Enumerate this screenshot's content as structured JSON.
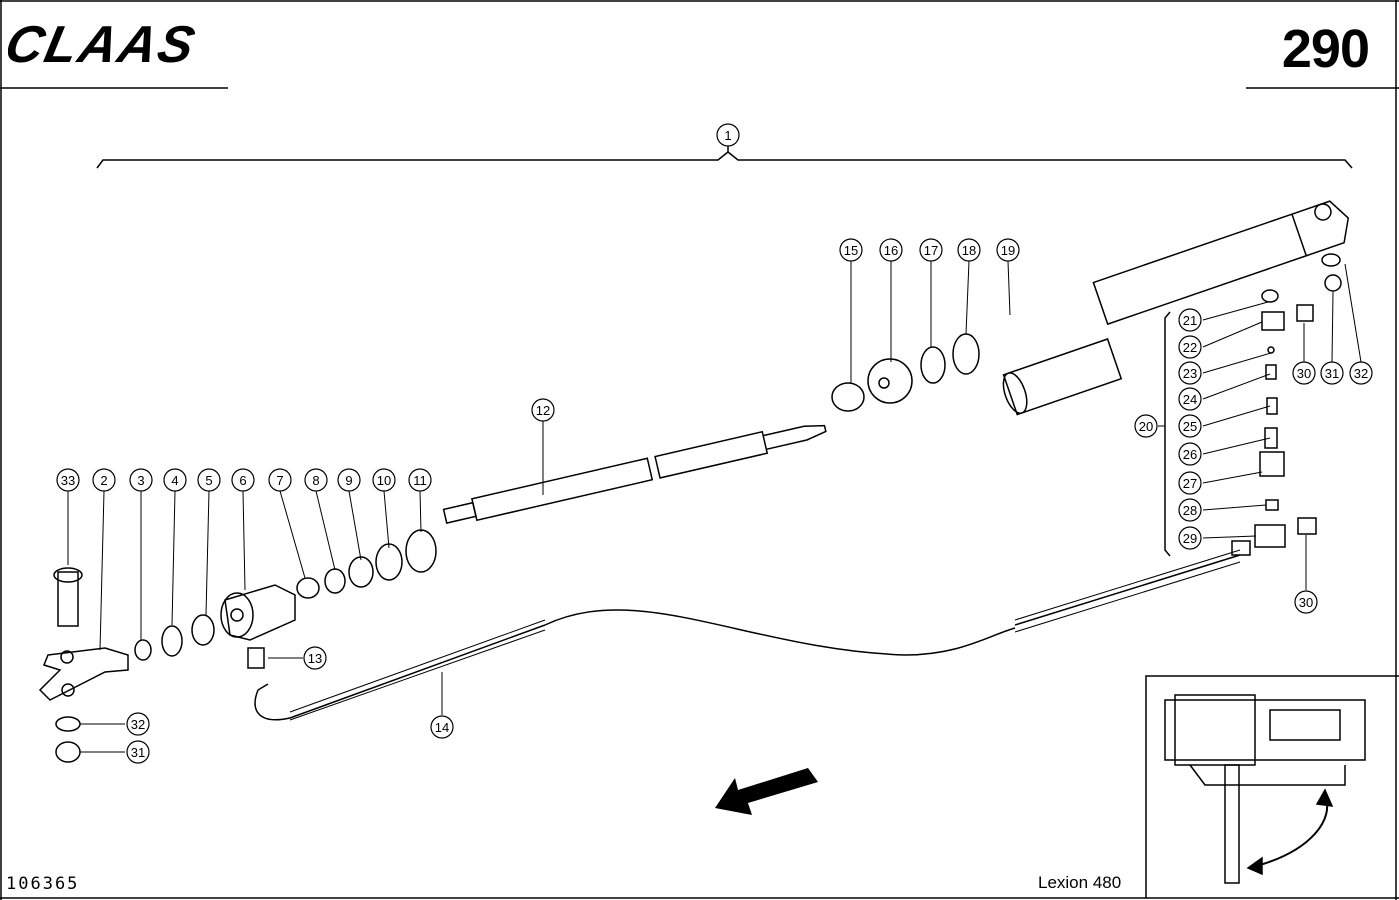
{
  "header": {
    "brand": "CLAAS",
    "page_number": "290"
  },
  "footer": {
    "drawing_number": "106365",
    "model": "Lexion 480"
  },
  "callouts": [
    "1",
    "2",
    "3",
    "4",
    "5",
    "6",
    "7",
    "8",
    "9",
    "10",
    "11",
    "12",
    "13",
    "14",
    "15",
    "16",
    "17",
    "18",
    "19",
    "20",
    "21",
    "22",
    "23",
    "24",
    "25",
    "26",
    "27",
    "28",
    "29",
    "30",
    "30",
    "31",
    "31",
    "32",
    "32",
    "33"
  ],
  "colors": {
    "ink": "#000000",
    "paper": "#ffffff"
  },
  "icons": {
    "direction": "arrow-left-down-icon",
    "rotation": "curved-double-arrow-icon"
  }
}
